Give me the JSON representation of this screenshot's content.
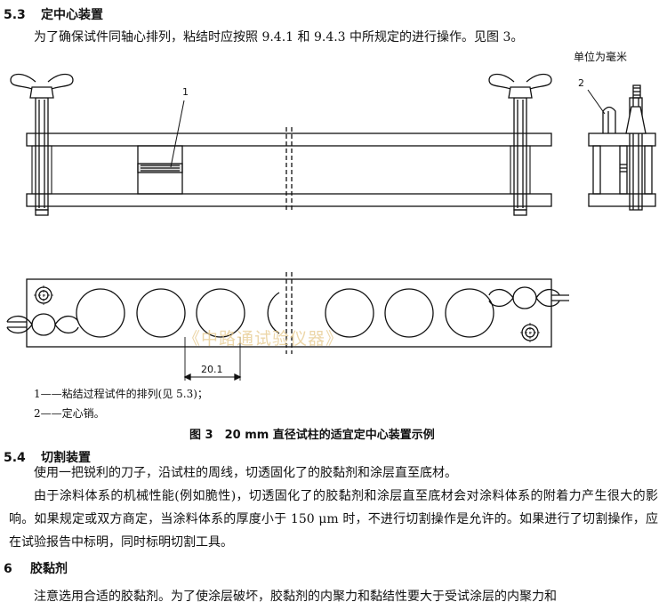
{
  "section_5_3": {
    "number": "5.3",
    "title": "定中心装置",
    "body": "为了确保试件同轴心排列，粘结时应按照 9.4.1 和 9.4.3 中所规定的进行操作。见图 3。"
  },
  "figure3": {
    "unit_note": "单位为毫米",
    "callout_1": "1",
    "callout_2": "2",
    "dimension": "20.1",
    "watermark": "《中路通试验仪器》",
    "legend": [
      "1——粘结过程试件的排列(见 5.3)；",
      "2——定心销。"
    ],
    "caption": "图 3　20 mm 直径试柱的适宜定中心装置示例"
  },
  "section_5_4": {
    "number": "5.4",
    "title": "切割装置",
    "paragraphs": [
      "使用一把锐利的刀子，沿试柱的周线，切透固化了的胶黏剂和涂层直至底材。",
      "由于涂料体系的机械性能(例如脆性)，切透固化了的胶黏剂和涂层直至底材会对涂料体系的附着力产生很大的影响。如果规定或双方商定，当涂料体系的厚度小于 150 μm 时，不进行切割操作是允许的。如果进行了切割操作，应在试验报告中标明，同时标明切割工具。"
    ]
  },
  "section_6": {
    "number": "6",
    "title": "胶黏剂",
    "body": "注意选用合适的胶黏剂。为了使涂层破坏，胶黏剂的内聚力和黏结性要大于受试涂层的内聚力和"
  }
}
